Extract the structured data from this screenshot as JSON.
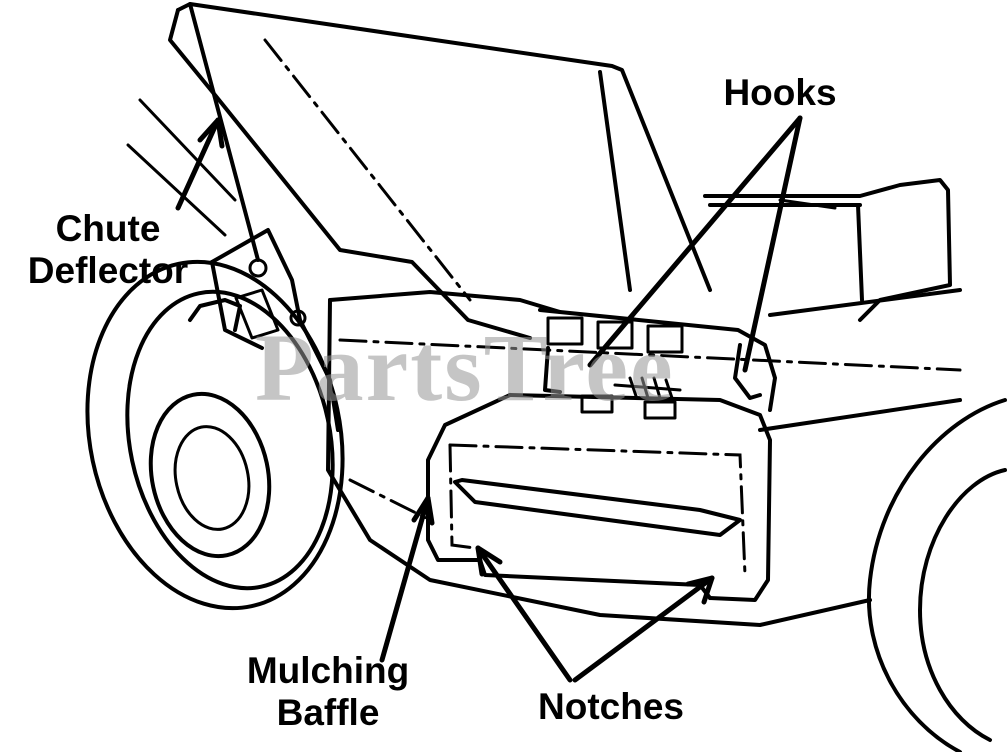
{
  "labels": {
    "chute_deflector": [
      "Chute",
      "Deflector"
    ],
    "hooks": "Hooks",
    "mulching_baffle": [
      "Mulching",
      "Baffle"
    ],
    "notches": "Notches"
  },
  "watermark": "PartsTree"
}
